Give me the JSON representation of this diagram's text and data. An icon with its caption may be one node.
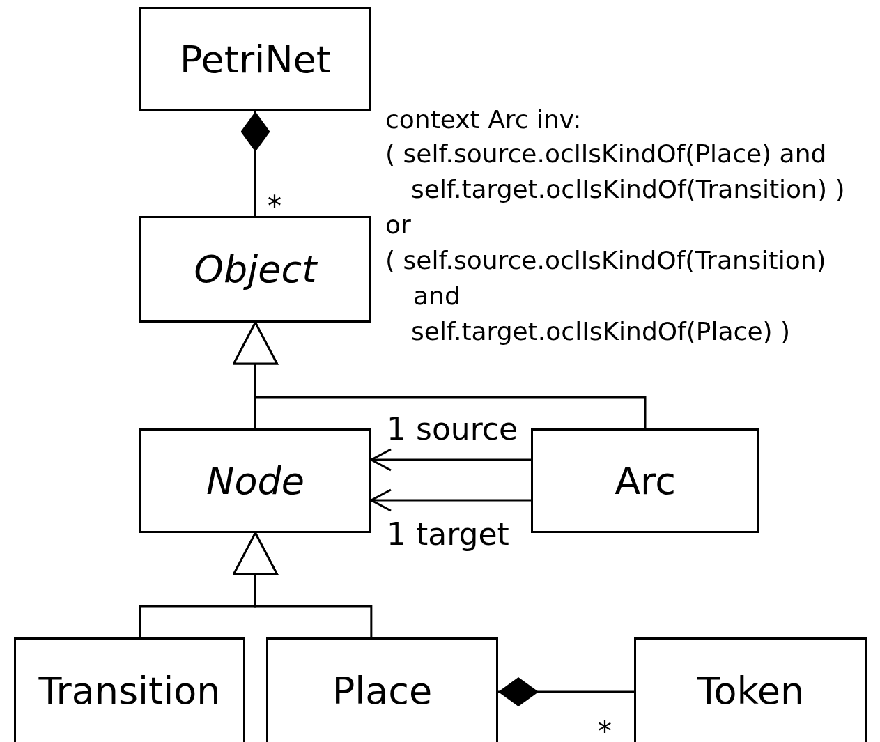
{
  "diagram": {
    "nodes": [
      {
        "text": [
          "PetriNet"
        ]
      },
      {
        "text": [
          "Object"
        ]
      },
      {
        "text": [
          "Node"
        ]
      },
      {
        "text": [
          "Arc"
        ]
      },
      {
        "text": [
          "Transition"
        ]
      },
      {
        "text": [
          "Place"
        ]
      },
      {
        "text": [
          "Token"
        ]
      }
    ],
    "edges": [
      {
        "from": 1,
        "to": 0,
        "arrow": "other"
      },
      {
        "from": 2,
        "to": 1,
        "arrow": "to"
      },
      {
        "from": 3,
        "to": 1,
        "arrow": "to"
      },
      {
        "from": 3,
        "to": 2,
        "arrow": "to",
        "label": "1 source"
      },
      {
        "from": 3,
        "to": 2,
        "arrow": "to",
        "label": "1 target"
      },
      {
        "from": 4,
        "to": 2,
        "arrow": "to"
      },
      {
        "from": 5,
        "to": 2,
        "arrow": "to"
      },
      {
        "from": 6,
        "to": 5,
        "arrow": "other"
      }
    ],
    "labels": [
      "context Arc inv:",
      "( self.source.oclIsKindOf(Place) and",
      "self.target.oclIsKindOf(Transition) )",
      "or",
      "( self.source.oclIsKindOf(Transition)",
      "and",
      "self.target.oclIsKindOf(Place) )",
      "*",
      "*"
    ]
  }
}
